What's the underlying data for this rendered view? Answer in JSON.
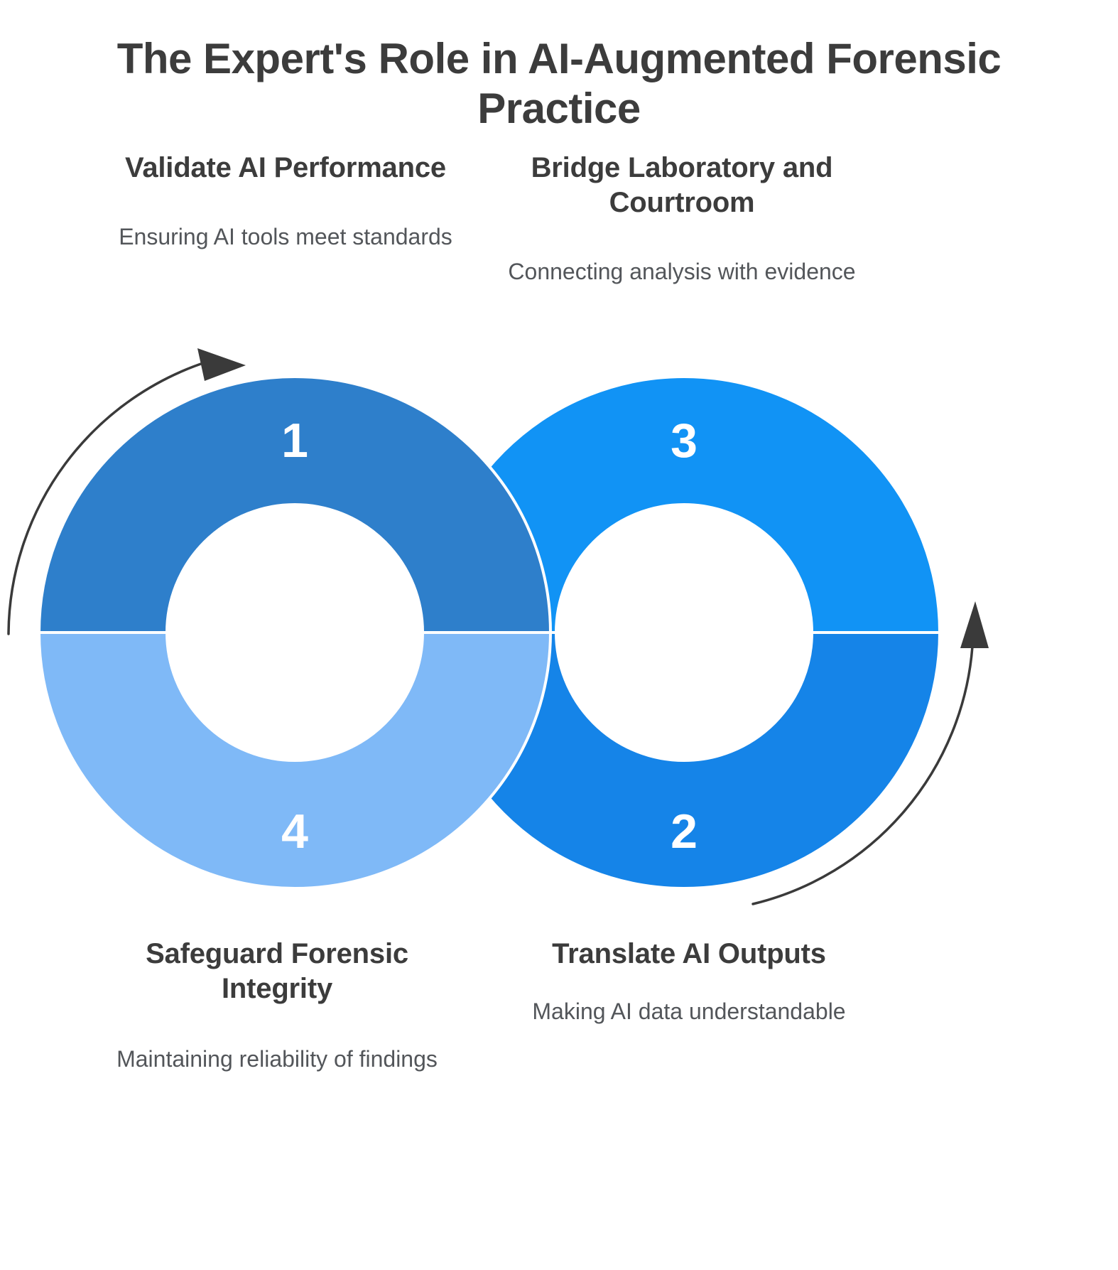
{
  "page": {
    "title": "The Expert's Role in AI-Augmented Forensic Practice",
    "background_color": "#ffffff",
    "text_color": "#3c3c3c",
    "muted_text_color": "#53565a"
  },
  "diagram": {
    "type": "infinity-loop-cycle",
    "shape": "two overlapping donut rings forming a figure-eight",
    "segment_count": 4,
    "number_label_color": "#ffffff",
    "arrows": [
      {
        "name": "left-flow-arrow",
        "direction": "clockwise",
        "position": "outside-left-ring",
        "color": "#3a3a3a"
      },
      {
        "name": "right-flow-arrow",
        "direction": "counter-clockwise-upward",
        "position": "outside-right-ring",
        "color": "#3a3a3a"
      }
    ],
    "segments": [
      {
        "number": "1",
        "title": "Validate AI Performance",
        "description": "Ensuring AI tools meet standards",
        "color": "#2E7FCB",
        "ring": "left",
        "position": "top"
      },
      {
        "number": "2",
        "title": "Translate AI Outputs",
        "description": "Making AI data understandable",
        "color": "#1584E8",
        "ring": "right",
        "position": "bottom"
      },
      {
        "number": "3",
        "title": "Bridge Laboratory and Courtroom",
        "description": "Connecting analysis with evidence",
        "color": "#1193F5",
        "ring": "right",
        "position": "top"
      },
      {
        "number": "4",
        "title": "Safeguard Forensic Integrity",
        "description": "Maintaining reliability of findings",
        "color": "#7FB9F7",
        "ring": "left",
        "position": "bottom"
      }
    ]
  }
}
